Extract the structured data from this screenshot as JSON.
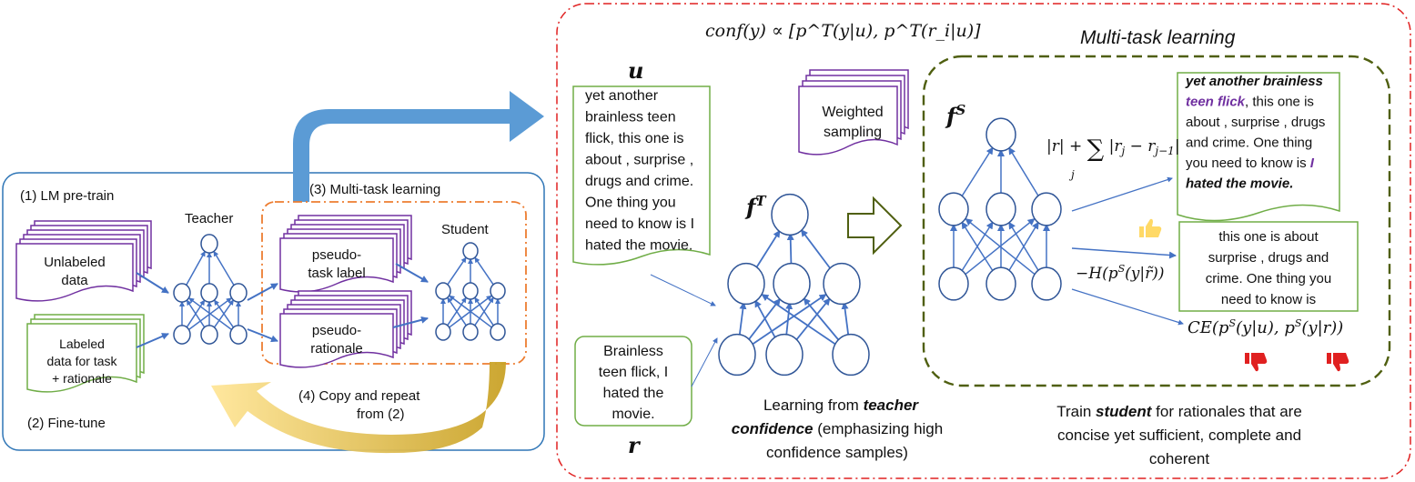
{
  "left_panel": {
    "step1": "(1) LM pre-train",
    "step2": "(2) Fine-tune",
    "step3": "(3) Multi-task learning",
    "step4_line1": "(4) Copy and repeat",
    "step4_line2": "from (2)",
    "teacher": "Teacher",
    "student": "Student",
    "unlabeled": [
      "Unlabeled",
      "data"
    ],
    "labeled": [
      "Labeled",
      "data for task",
      "+ rationale"
    ],
    "pseudo_task": [
      "pseudo-",
      "task label"
    ],
    "pseudo_rationale": [
      "pseudo-",
      "rationale"
    ]
  },
  "right_panel": {
    "conf_formula": "conf(y) ∝ [p^T(y|u), p^T(r_i|u)]",
    "u_symbol": "u",
    "r_symbol": "r",
    "fT_label": "f^T",
    "fS_label": "f^S",
    "u_text": [
      "yet another",
      "brainless teen",
      "flick, this one is",
      "about , surprise ,",
      "drugs and crime.",
      "One thing you",
      "need to know is I",
      "hated the movie."
    ],
    "r_text": [
      "Brainless",
      "teen flick, I",
      "hated the",
      "movie."
    ],
    "weighted": [
      "Weighted",
      "sampling"
    ],
    "multitask_title": "Multi-task learning",
    "sparsity_formula": "|r| + Σ_j |r_j − r_{j−1}|",
    "entropy_formula": "−H(p^S(y|r̃))",
    "ce_formula": "CE(p^S(y|u), p^S(y|r))",
    "out1": {
      "highlight1": "yet another brainless",
      "highlight2": "teen flick",
      "rest": [
        ", this one is",
        "about , surprise , drugs",
        "and crime. One thing",
        "you need to know is "
      ],
      "highlight3": "I",
      "highlight4": "hated the movie."
    },
    "out2": [
      "this one is about",
      "surprise , drugs and",
      "crime. One thing you",
      "need to know is"
    ],
    "teacher_caption": {
      "line1": "Learning from ",
      "bold1": "teacher",
      "bold2": "confidence",
      "line2_rest": " (emphasizing high",
      "line3": "confidence samples)"
    },
    "student_caption": {
      "pre": "Train ",
      "bold": "student",
      "post": " for rationales  that are",
      "line2": "concise yet sufficient, complete and",
      "line3": "coherent"
    }
  },
  "colors": {
    "blue_frame": "#2e75b6",
    "orange_frame": "#ed7d31",
    "red_frame": "#e02020",
    "olive_frame": "#4f5f10",
    "purple_doc": "#7030a0",
    "green_doc": "#70ad47",
    "node_stroke": "#2f5597",
    "edge": "#4472c4",
    "big_arrow": "#5b9bd5",
    "return_arrow": "#ffd966",
    "highlight_text": "#7030a0",
    "thumb_up": "#ffd966",
    "thumb_down": "#e02020"
  }
}
